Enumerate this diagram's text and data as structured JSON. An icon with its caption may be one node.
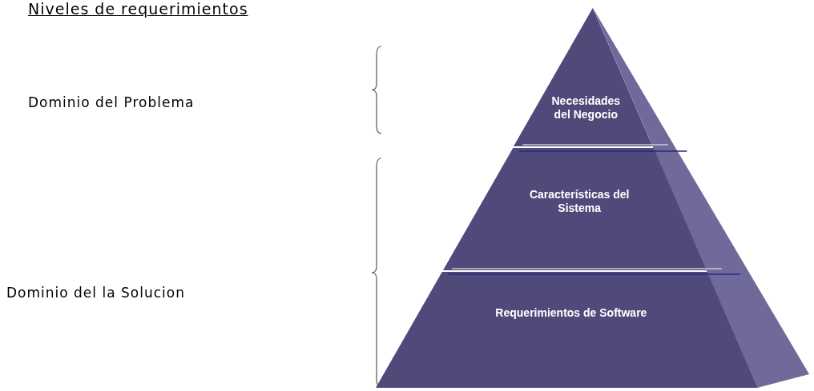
{
  "diagram": {
    "title": "Niveles de requerimientos",
    "nodes": [
      {
        "text": [
          "Necesidades del Negocio"
        ]
      },
      {
        "text": [
          "Características del Sistema"
        ]
      },
      {
        "text": [
          "Requerimientos de Software"
        ]
      }
    ],
    "labels": [
      "Dominio del Problema",
      "Dominio del la Solucion"
    ]
  }
}
